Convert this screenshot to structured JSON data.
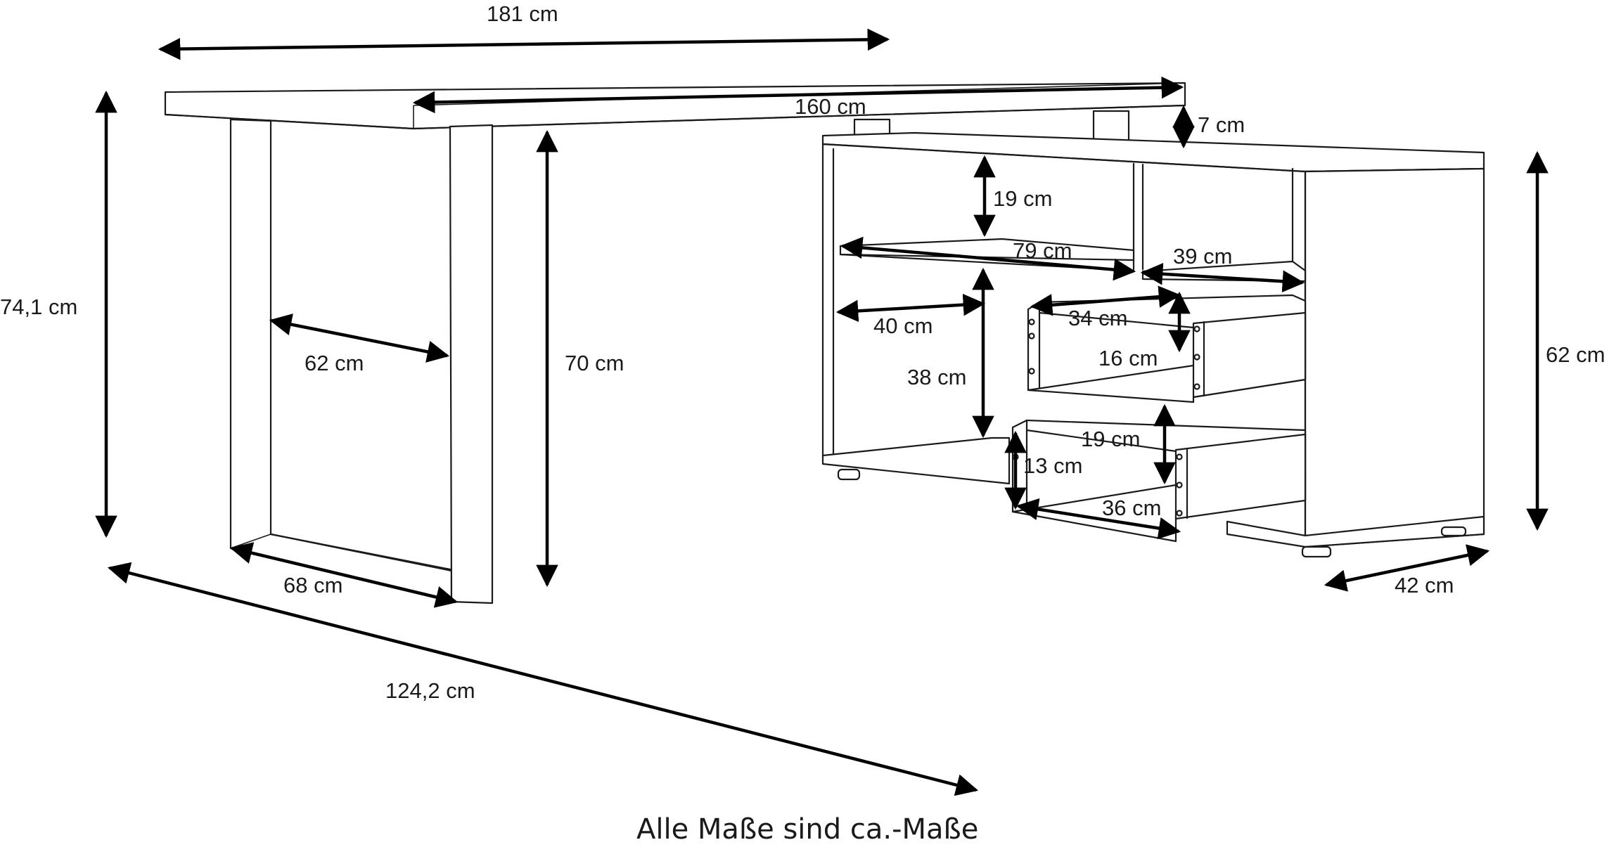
{
  "title": "",
  "caption": "Alle Maße sind ca.-Maße",
  "colors": {
    "line": "#1a1a1a",
    "background": "#ffffff"
  },
  "dimensions": {
    "d181": "181 cm",
    "d160": "160 cm",
    "d7": "7 cm",
    "d74_1": "74,1 cm",
    "d70": "70 cm",
    "d62_leg": "62 cm",
    "d68": "68 cm",
    "d124_2": "124,2 cm",
    "d19_top": "19 cm",
    "d79": "79 cm",
    "d39": "39 cm",
    "d40": "40 cm",
    "d34": "34 cm",
    "d38": "38 cm",
    "d16": "16 cm",
    "d19_drawer": "19 cm",
    "d13": "13 cm",
    "d36": "36 cm",
    "d62_side": "62 cm",
    "d42": "42 cm"
  }
}
